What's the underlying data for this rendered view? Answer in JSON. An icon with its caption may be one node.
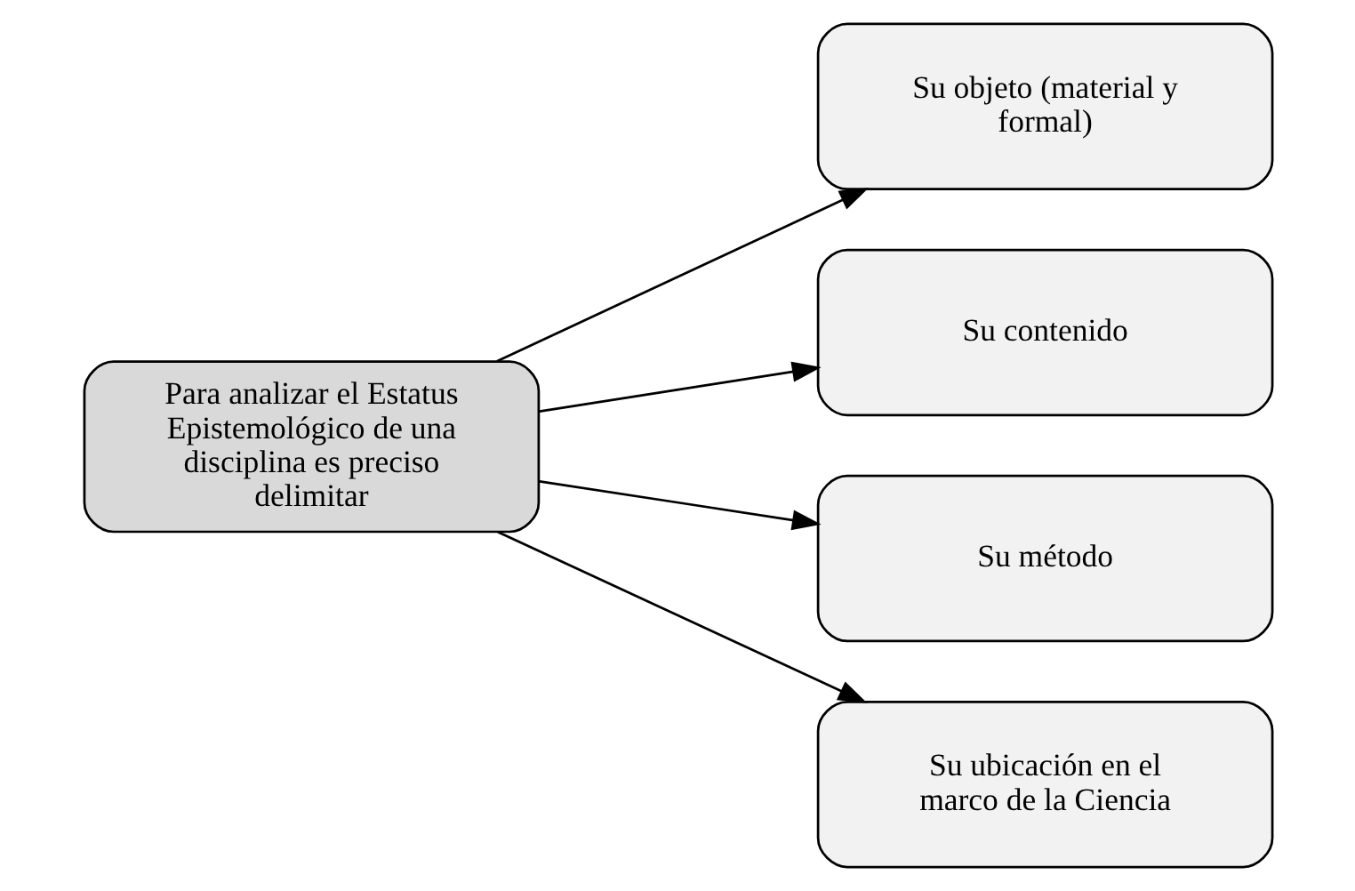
{
  "diagram": {
    "nodes": [
      {
        "text": [
          "Para analizar el Estatus Epistemológico de una disciplina es preciso delimitar"
        ]
      },
      {
        "text": [
          "Su objeto (material y formal)"
        ]
      },
      {
        "text": [
          "Su contenido"
        ]
      },
      {
        "text": [
          "Su método"
        ]
      },
      {
        "text": [
          "Su ubicación en el marco de la Ciencia"
        ]
      }
    ],
    "edges": [
      {
        "from": 0,
        "to": 1,
        "arrow": "to"
      },
      {
        "from": 0,
        "to": 2,
        "arrow": "to"
      },
      {
        "from": 0,
        "to": 3,
        "arrow": "to"
      },
      {
        "from": 0,
        "to": 4,
        "arrow": "to"
      }
    ]
  }
}
